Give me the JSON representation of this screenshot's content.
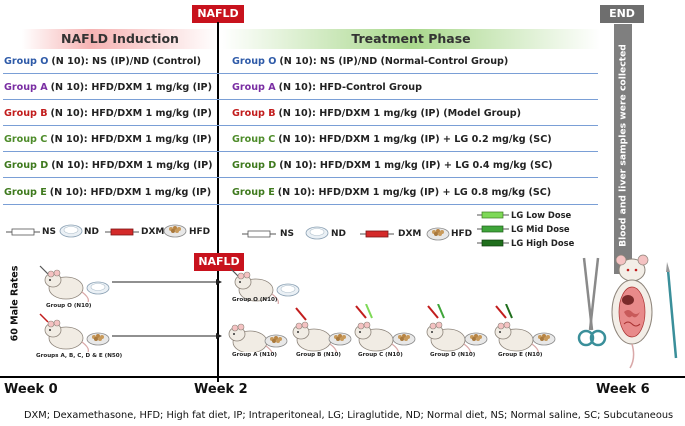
{
  "colors": {
    "group_o": "#2e5aa8",
    "group_a": "#7a2ea3",
    "group_b": "#c21d1d",
    "group_c": "#4e8c2a",
    "group_d": "#3f7a1e",
    "group_e": "#3f7a1e",
    "induction_banner": "#f4a3a3",
    "treatment_banner": "#9bd07b",
    "nafld_marker": "#c8121d",
    "end_marker": "#6e6e6e"
  },
  "markers": {
    "nafld": "NAFLD",
    "end": "END",
    "nafld_bottom": "NAFLD"
  },
  "phases": {
    "induction": "NAFLD Induction",
    "treatment": "Treatment Phase"
  },
  "induction_rows": [
    {
      "group": "Group O",
      "text": "(N 10): NS (IP)/ND (Control)"
    },
    {
      "group": "Group A",
      "text": "(N 10): HFD/DXM 1 mg/kg (IP)"
    },
    {
      "group": "Group B",
      "text": "(N 10): HFD/DXM 1 mg/kg (IP)"
    },
    {
      "group": "Group C",
      "text": "(N 10): HFD/DXM 1 mg/kg (IP)"
    },
    {
      "group": "Group D",
      "text": "(N 10): HFD/DXM 1 mg/kg (IP)"
    },
    {
      "group": "Group E",
      "text": "(N 10): HFD/DXM 1 mg/kg (IP)"
    }
  ],
  "treatment_rows": [
    {
      "group": "Group O",
      "text": "(N 10): NS (IP)/ND (Normal-Control Group)"
    },
    {
      "group": "Group A",
      "text": "(N 10): HFD-Control Group"
    },
    {
      "group": "Group B",
      "text": "(N 10): HFD/DXM 1 mg/kg (IP) (Model Group)"
    },
    {
      "group": "Group C",
      "text": "(N 10): HFD/DXM 1 mg/kg (IP) + LG 0.2 mg/kg (SC)"
    },
    {
      "group": "Group D",
      "text": "(N 10): HFD/DXM 1 mg/kg (IP) + LG 0.4 mg/kg (SC)"
    },
    {
      "group": "Group E",
      "text": "(N 10): HFD/DXM 1 mg/kg (IP) + LG 0.8 mg/kg (SC)"
    }
  ],
  "legend_left": {
    "ns": "NS",
    "nd": "ND",
    "dxm": "DXM",
    "hfd": "HFD"
  },
  "legend_right": {
    "ns": "NS",
    "nd": "ND",
    "dxm": "DXM",
    "hfd": "HFD"
  },
  "lg_legend": {
    "low": "LG Low Dose",
    "mid": "LG Mid Dose",
    "high": "LG High Dose"
  },
  "end_vertical": "Blood and liver samples were collected",
  "side_label": "60 Male Rates",
  "rat_labels": {
    "week0_top": "Group O (N10)",
    "week0_bottom": "Groups A, B, C, D & E (N50)",
    "week2_top": "Group O (N10)",
    "g_a": "Group A (N10)",
    "g_b": "Group B (N10)",
    "g_c": "Group C (N10)",
    "g_d": "Group D (N10)",
    "g_e": "Group E (N10)"
  },
  "weeks": {
    "w0": "Week 0",
    "w2": "Week 2",
    "w6": "Week 6"
  },
  "footer": "DXM; Dexamethasone, HFD; High fat diet, IP; Intraperitoneal, LG; Liraglutide, ND; Normal diet, NS; Normal saline, SC; Subcutaneous"
}
